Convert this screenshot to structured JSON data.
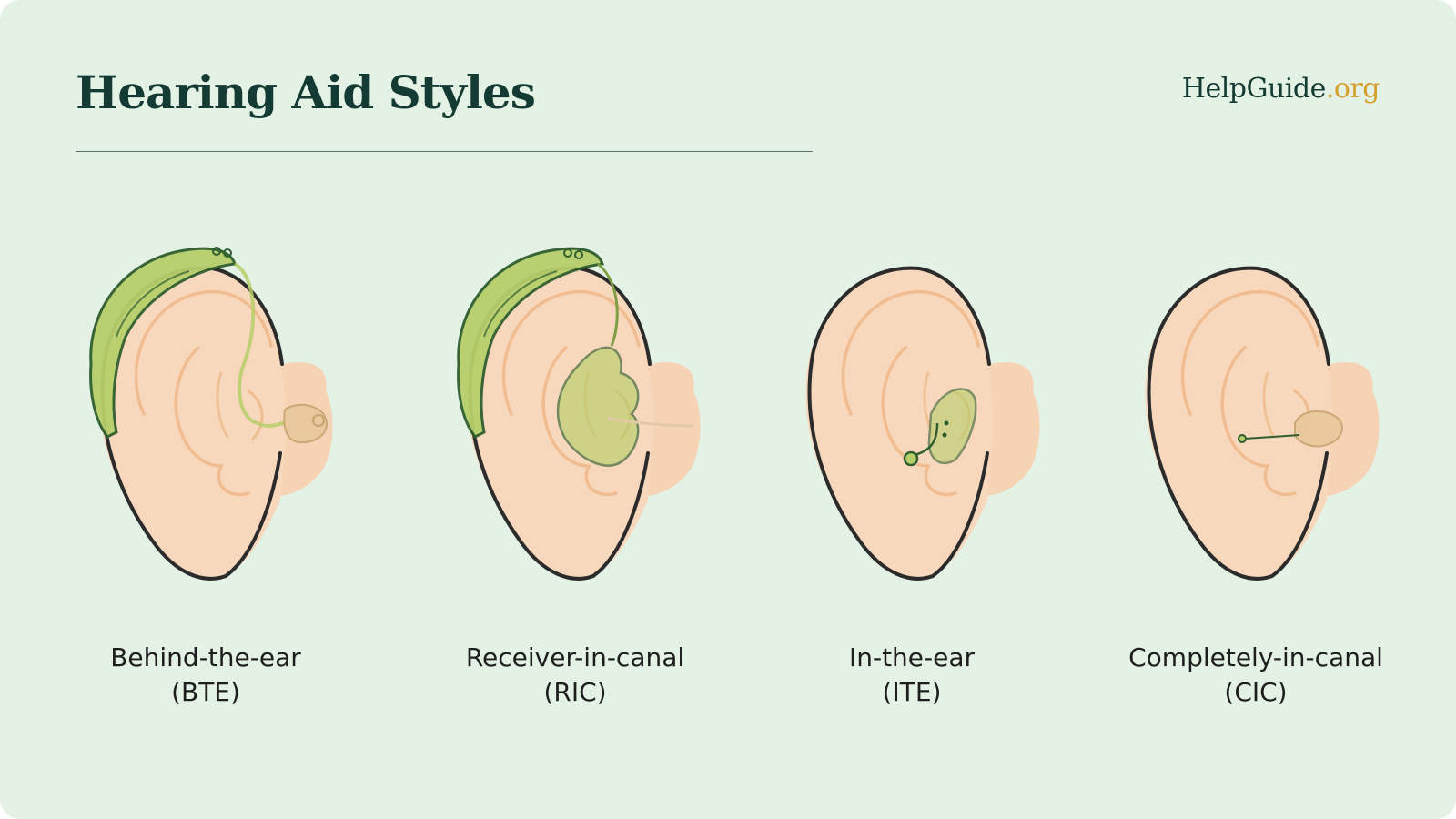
{
  "header": {
    "title": "Hearing Aid Styles",
    "brand_main": "HelpGuide",
    "brand_tld": ".org"
  },
  "styles": [
    {
      "name": "Behind-the-ear",
      "abbr": "(BTE)",
      "icon": "ear-bte-icon"
    },
    {
      "name": "Receiver-in-canal",
      "abbr": "(RIC)",
      "icon": "ear-ric-icon"
    },
    {
      "name": "In-the-ear",
      "abbr": "(ITE)",
      "icon": "ear-ite-icon"
    },
    {
      "name": "Completely-in-canal",
      "abbr": "(CIC)",
      "icon": "ear-cic-icon"
    }
  ],
  "colors": {
    "background": "#e4f1e5",
    "title": "#143b33",
    "brand_accent": "#d4a12e",
    "skin": "#f8d8bd",
    "skin_inner": "#efb98a",
    "outline": "#2b2b2b",
    "device_green": "#b7cf6a",
    "device_outline": "#2f5e2f"
  }
}
